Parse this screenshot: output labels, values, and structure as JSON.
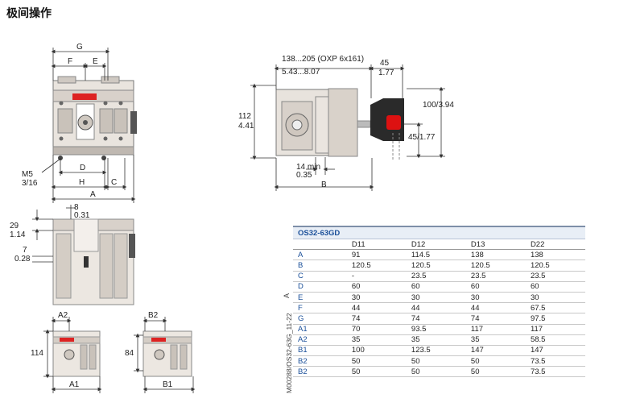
{
  "page_title": "极间操作",
  "front": {
    "G": "G",
    "F": "F",
    "E": "E",
    "D": "D",
    "H": "H",
    "C": "C",
    "A": "A",
    "M5": "M5",
    "M5b": "3/16"
  },
  "side": {
    "top1": "138...205 (OXP 6x161)",
    "top2": "5.43...8.07",
    "r1": "45",
    "r2": "1.77",
    "h1": "112",
    "h2": "4.41",
    "hr": "100/3.94",
    "hs": "45/1.77",
    "m1": "14 min",
    "m2": "0.35",
    "B": "B"
  },
  "small": {
    "a1": "8",
    "a2": "0.31",
    "b1": "29",
    "b2": "1.14",
    "c1": "7",
    "c2": "0.28"
  },
  "mini": {
    "A2": "A2",
    "h114": "114",
    "A1": "A1",
    "B2": "B2",
    "h84": "84",
    "B1": "B1"
  },
  "chart_data": {
    "type": "table",
    "title": "OS32-63GD",
    "columns": [
      "D11",
      "D12",
      "D13",
      "D22"
    ],
    "rows": [
      {
        "label": "A",
        "values": [
          "91",
          "114.5",
          "138",
          "138"
        ]
      },
      {
        "label": "B",
        "values": [
          "120.5",
          "120.5",
          "120.5",
          "120.5"
        ]
      },
      {
        "label": "C",
        "values": [
          "-",
          "23.5",
          "23.5",
          "23.5"
        ]
      },
      {
        "label": "D",
        "values": [
          "60",
          "60",
          "60",
          "60"
        ]
      },
      {
        "label": "E",
        "values": [
          "30",
          "30",
          "30",
          "30"
        ]
      },
      {
        "label": "F",
        "values": [
          "44",
          "44",
          "44",
          "67.5"
        ]
      },
      {
        "label": "G",
        "values": [
          "74",
          "74",
          "74",
          "97.5"
        ]
      },
      {
        "label": "A1",
        "values": [
          "70",
          "93.5",
          "117",
          "117"
        ]
      },
      {
        "label": "A2",
        "values": [
          "35",
          "35",
          "35",
          "58.5"
        ]
      },
      {
        "label": "B1",
        "values": [
          "100",
          "123.5",
          "147",
          "147"
        ]
      },
      {
        "label": "B2",
        "values": [
          "50",
          "50",
          "50",
          "73.5"
        ]
      },
      {
        "label": "B2",
        "values": [
          "50",
          "50",
          "50",
          "73.5"
        ]
      }
    ],
    "side_label": "M00288/OS32-63G_11-22",
    "side_unit": "A"
  }
}
